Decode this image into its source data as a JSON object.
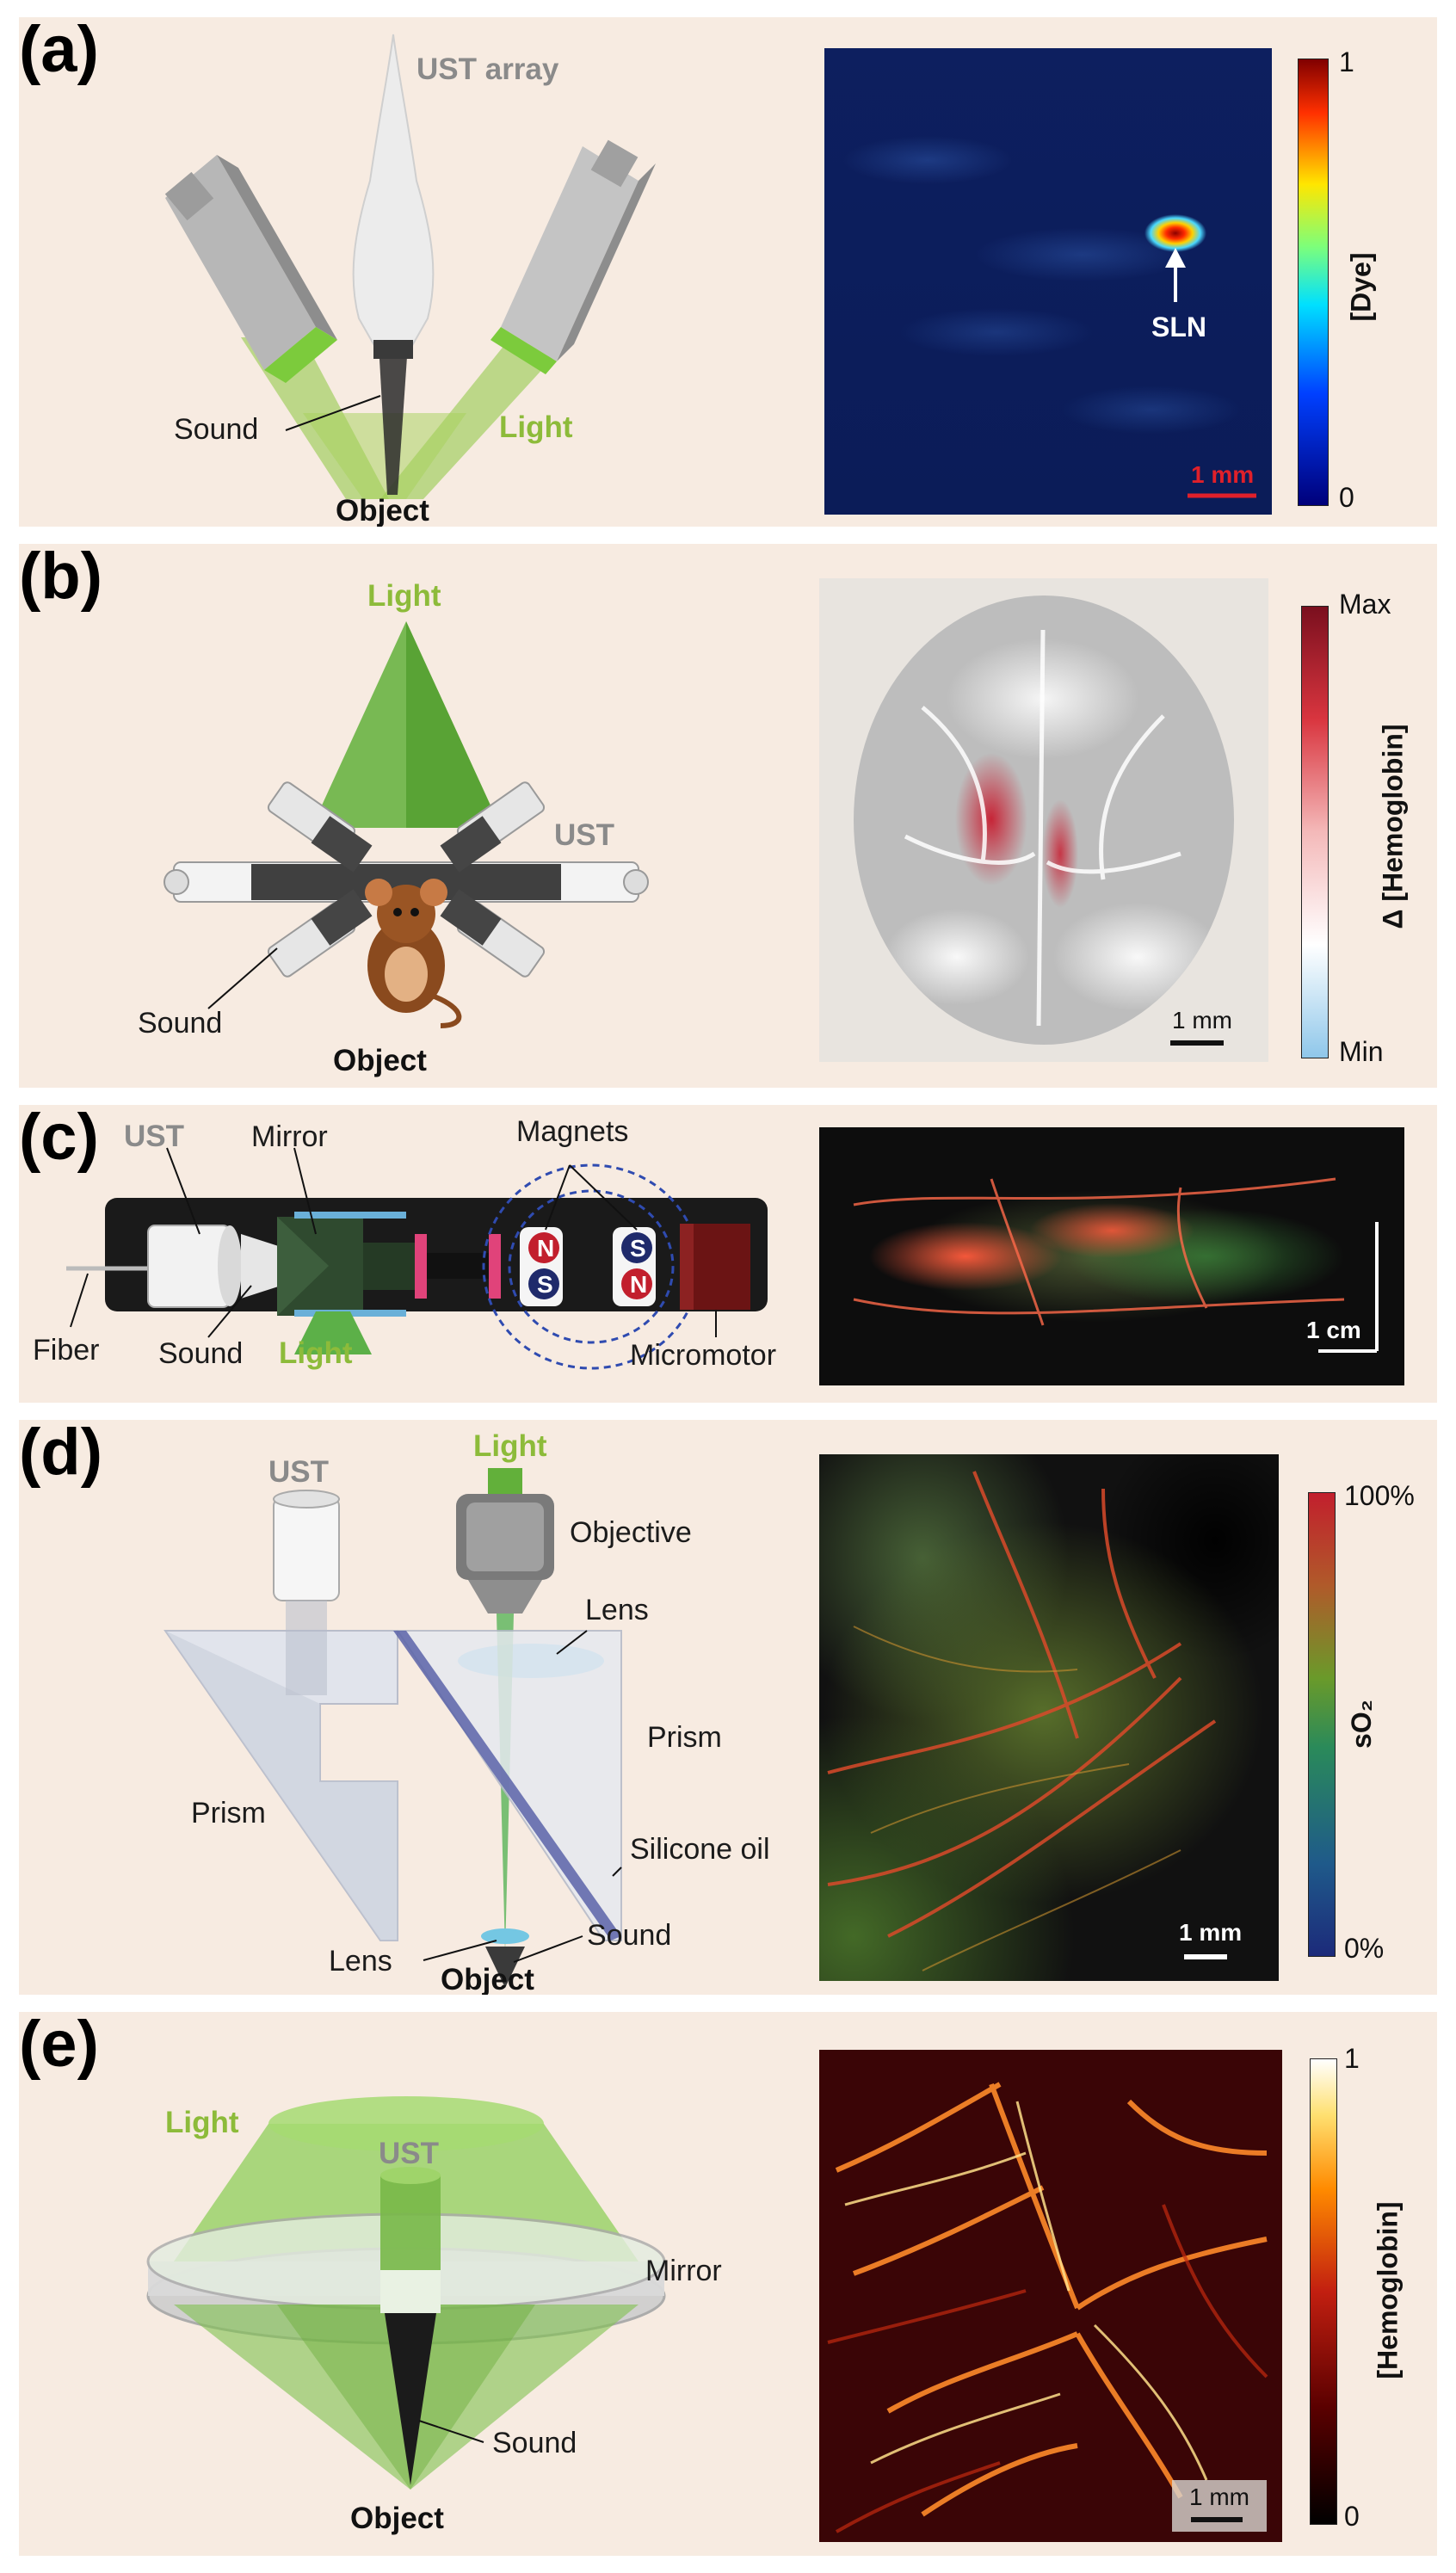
{
  "panels": {
    "a": {
      "letter": "(a)",
      "ust": "UST array",
      "sound": "Sound",
      "light": "Light",
      "object": "Object",
      "sln": "SLN",
      "scale": "1 mm",
      "cb_max": "1",
      "cb_min": "0",
      "cb_label": "[Dye]"
    },
    "b": {
      "letter": "(b)",
      "light": "Light",
      "ust": "UST",
      "sound": "Sound",
      "object": "Object",
      "scale": "1 mm",
      "cb_max": "Max",
      "cb_min": "Min",
      "cb_label": "Δ [Hemoglobin]"
    },
    "c": {
      "letter": "(c)",
      "ust": "UST",
      "mirror": "Mirror",
      "magnets": "Magnets",
      "fiber": "Fiber",
      "sound": "Sound",
      "light": "Light",
      "micromotor": "Micromotor",
      "n": "N",
      "s": "S",
      "scale": "1 cm"
    },
    "d": {
      "letter": "(d)",
      "light": "Light",
      "ust": "UST",
      "objective": "Objective",
      "lens_top": "Lens",
      "prism_right": "Prism",
      "prism_left": "Prism",
      "silicone": "Silicone oil",
      "lens_bottom": "Lens",
      "sound": "Sound",
      "object": "Object",
      "scale": "1 mm",
      "cb_max": "100%",
      "cb_min": "0%",
      "cb_label": "sO₂"
    },
    "e": {
      "letter": "(e)",
      "light": "Light",
      "ust": "UST",
      "mirror": "Mirror",
      "sound": "Sound",
      "object": "Object",
      "scale": "1 mm",
      "cb_max": "1",
      "cb_min": "0",
      "cb_label": "[Hemoglobin]"
    }
  },
  "colors": {
    "panel_bg": "#f7ebe1",
    "light_green": "#8dbb3a",
    "scale_red": "#e0202a"
  }
}
